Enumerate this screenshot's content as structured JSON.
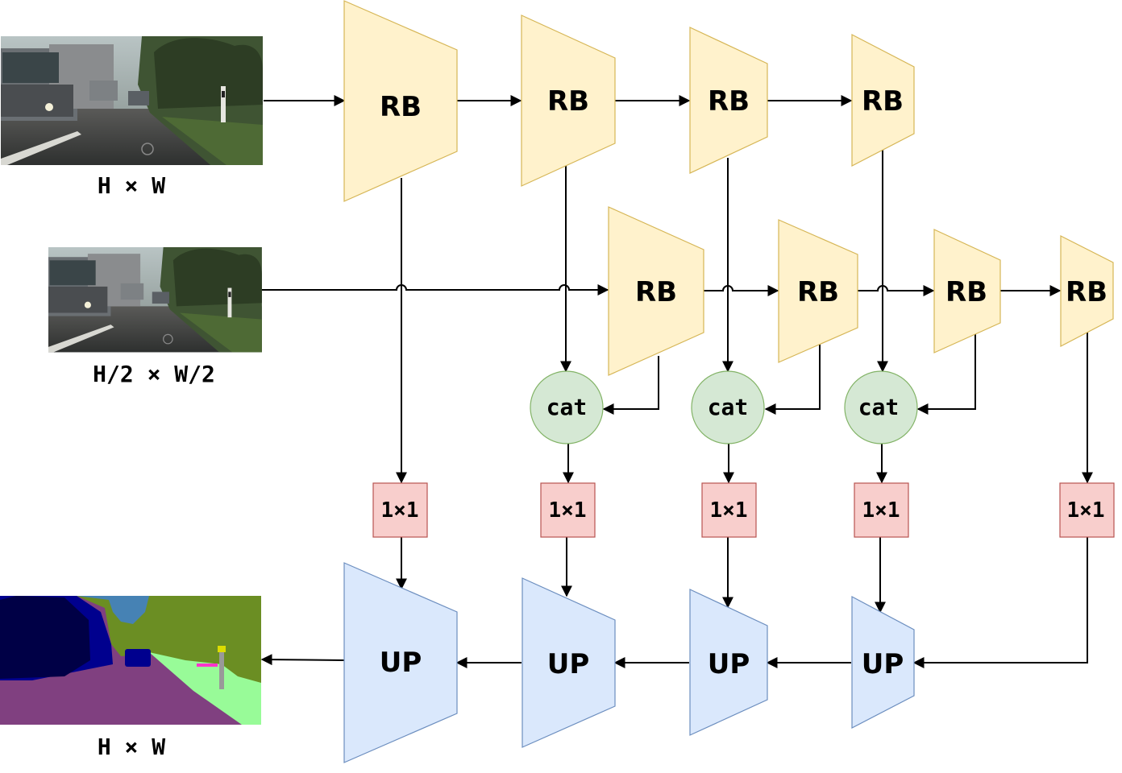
{
  "images": {
    "input_full_caption": "H × W",
    "input_half_caption": "H/2 × W/2",
    "output_caption": "H × W"
  },
  "encoder_full": {
    "block_label": "RB",
    "blocks": [
      "RB",
      "RB",
      "RB",
      "RB"
    ]
  },
  "encoder_half": {
    "block_label": "RB",
    "blocks": [
      "RB",
      "RB",
      "RB",
      "RB"
    ]
  },
  "concat": {
    "label": "cat",
    "nodes": [
      "cat",
      "cat",
      "cat"
    ]
  },
  "conv1x1": {
    "label": "1×1",
    "nodes": [
      "1×1",
      "1×1",
      "1×1",
      "1×1",
      "1×1"
    ]
  },
  "decoder": {
    "block_label": "UP",
    "blocks": [
      "UP",
      "UP",
      "UP",
      "UP"
    ]
  },
  "colors": {
    "rb_fill": "#FFF2CC",
    "rb_stroke": "#D6B656",
    "cat_fill": "#D5E8D4",
    "cat_stroke": "#82B366",
    "conv_fill": "#F8CECC",
    "conv_stroke": "#B85450",
    "up_fill": "#DAE8FC",
    "up_stroke": "#6C8EBF",
    "road": "#804080",
    "sidewalk": "#98FB98",
    "vegetation": "#6B8E23",
    "sky": "#4682B4",
    "vehicle": "#00008E"
  }
}
